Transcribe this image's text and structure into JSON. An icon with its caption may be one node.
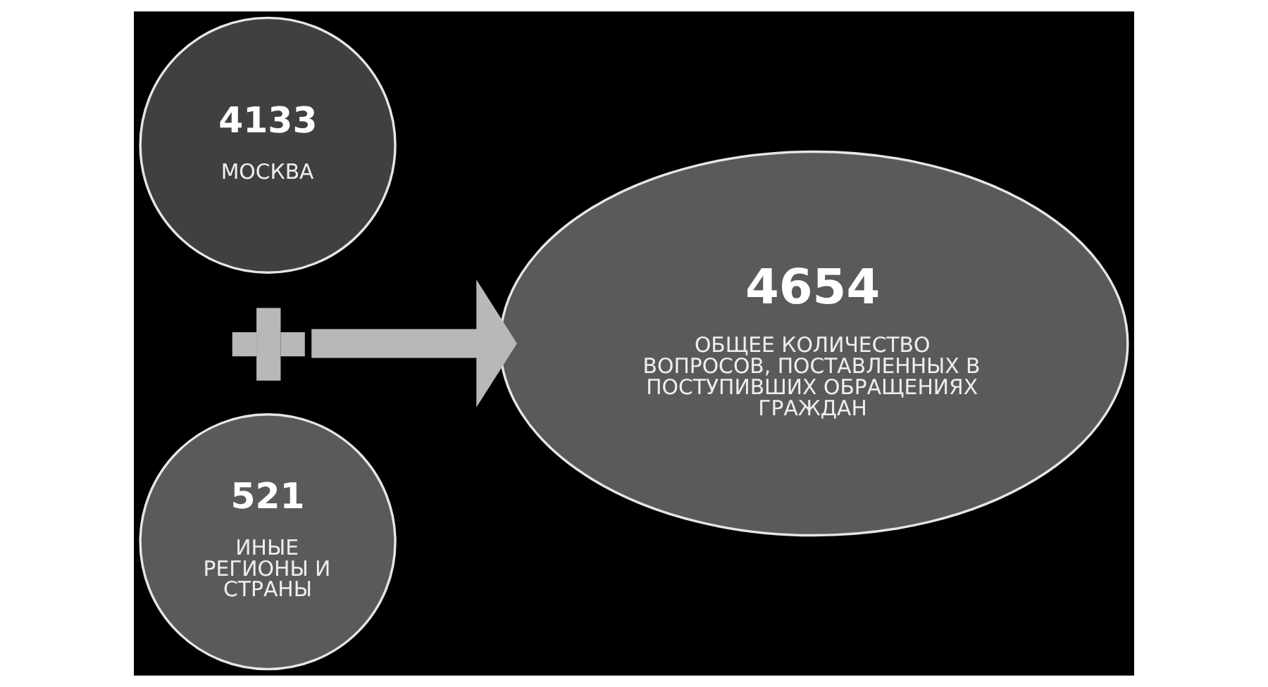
{
  "diagram": {
    "nodes": [
      {
        "text": [
          "4133",
          "МОСКВА"
        ]
      },
      {
        "text": [],
        "shape": "plus"
      },
      {
        "text": [
          "521",
          "ИНЫЕ РЕГИОНЫ И СТРАНЫ"
        ]
      },
      {
        "text": [
          "4654",
          "ОБЩЕЕ КОЛИЧЕСТВО ВОПРОСОВ, ПОСТАВЛЕННЫХ В ПОСТУПИВШИХ ОБРАЩЕНИЯХ ГРАЖДАН"
        ]
      }
    ],
    "edges": [
      {
        "from": 1,
        "to": 3,
        "arrow": "to",
        "color": "#b8b8b8"
      }
    ]
  }
}
